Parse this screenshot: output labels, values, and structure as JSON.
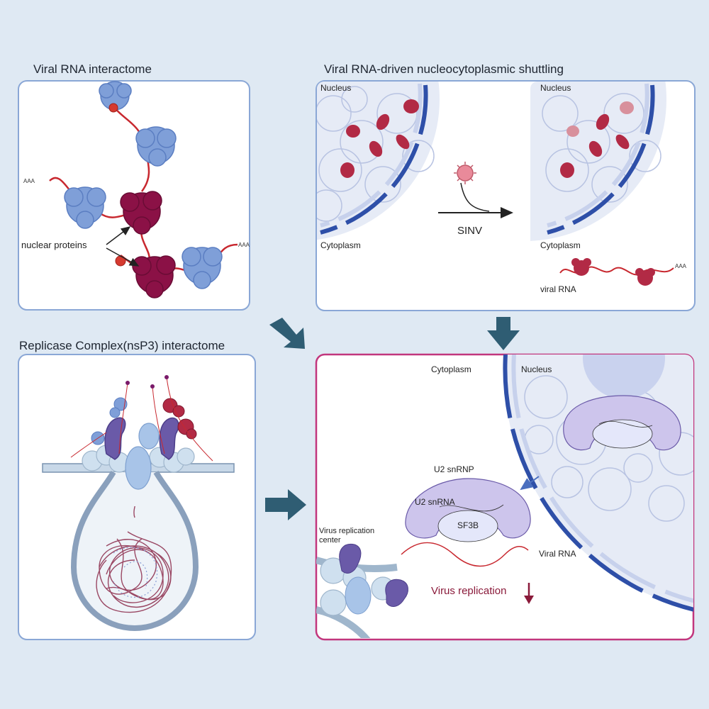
{
  "panels": {
    "interactome": {
      "title": "Viral RNA interactome",
      "poly_a_left": "AAA",
      "poly_a_right": "AAA",
      "nuclear_proteins_label": "nuclear proteins"
    },
    "shuttling": {
      "title": "Viral RNA-driven nucleocytoplasmic shuttling",
      "nucleus_left": "Nucleus",
      "nucleus_right": "Nucleus",
      "cytoplasm_left": "Cytoplasm",
      "cytoplasm_right": "Cytoplasm",
      "virus_label": "SINV",
      "viral_rna_label": "viral RNA",
      "poly_a": "AAA"
    },
    "replicase": {
      "title": "Replicase Complex(nsP3) interactome"
    },
    "mechanism": {
      "cytoplasm_label": "Cytoplasm",
      "nucleus_label": "Nucleus",
      "u2_snrnp_label": "U2 snRNP",
      "u2_snrna_label": "U2 snRNA",
      "sf3b_label": "SF3B",
      "viral_rna_label": "Viral RNA",
      "replication_center_line1": "Virus replication",
      "replication_center_line2": "center",
      "virus_replication_label": "Virus replication"
    }
  },
  "colors": {
    "background": "#dfe9f3",
    "panel_border": "#8aa7d6",
    "highlight_border": "#c2367d",
    "rna_red": "#c8282f",
    "nuclear_protein": "#8b1146",
    "host_protein_blue": "#7f9fd8",
    "nuclear_envelope": "#2e4fa8",
    "arrow_teal": "#2f5d73",
    "u2_lavender": "#cdc5ec",
    "replicase_purple": "#6a5aa8",
    "down_arrow": "#8a1a3a"
  }
}
